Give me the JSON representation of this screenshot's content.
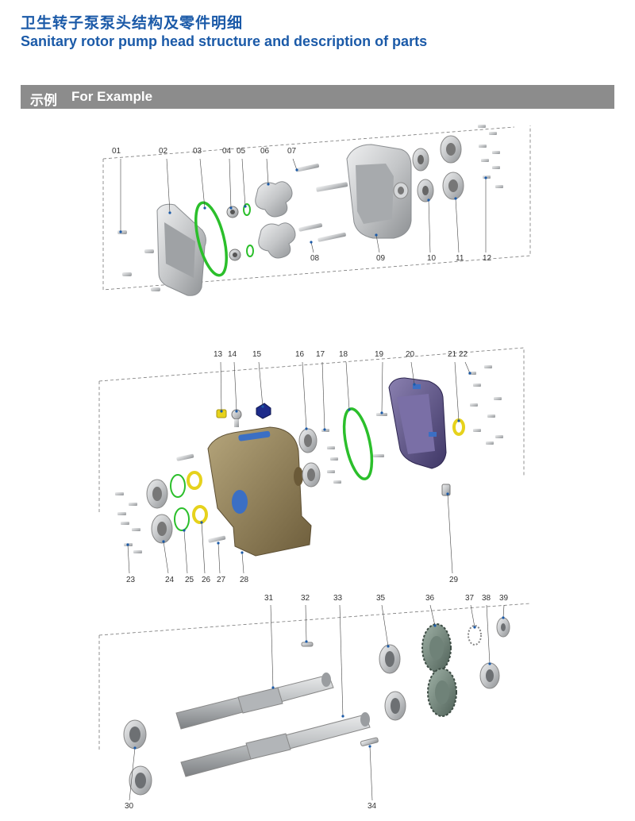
{
  "header": {
    "title_cn": "卫生转子泵泵头结构及零件明细",
    "title_en": "Sanitary rotor pump head structure and description of parts"
  },
  "section": {
    "label_cn": "示例",
    "label_en": "For Example"
  },
  "parts": [
    "01",
    "02",
    "03",
    "04",
    "05",
    "06",
    "07",
    "08",
    "09",
    "10",
    "11",
    "12",
    "13",
    "14",
    "15",
    "16",
    "17",
    "18",
    "19",
    "20",
    "21",
    "22",
    "23",
    "24",
    "25",
    "26",
    "27",
    "28",
    "29",
    "30",
    "31",
    "32",
    "33",
    "34",
    "35",
    "36",
    "37",
    "38",
    "39"
  ],
  "colors": {
    "brand_blue": "#1b5aa8",
    "band_gray": "#8c8c8c",
    "oring_green": "#2bbf2b",
    "seal_yellow": "#e6d21c",
    "bracket_olive": "#8f7a52",
    "cover_purple": "#5f5488",
    "steel_gray": "#c4c6c8"
  }
}
